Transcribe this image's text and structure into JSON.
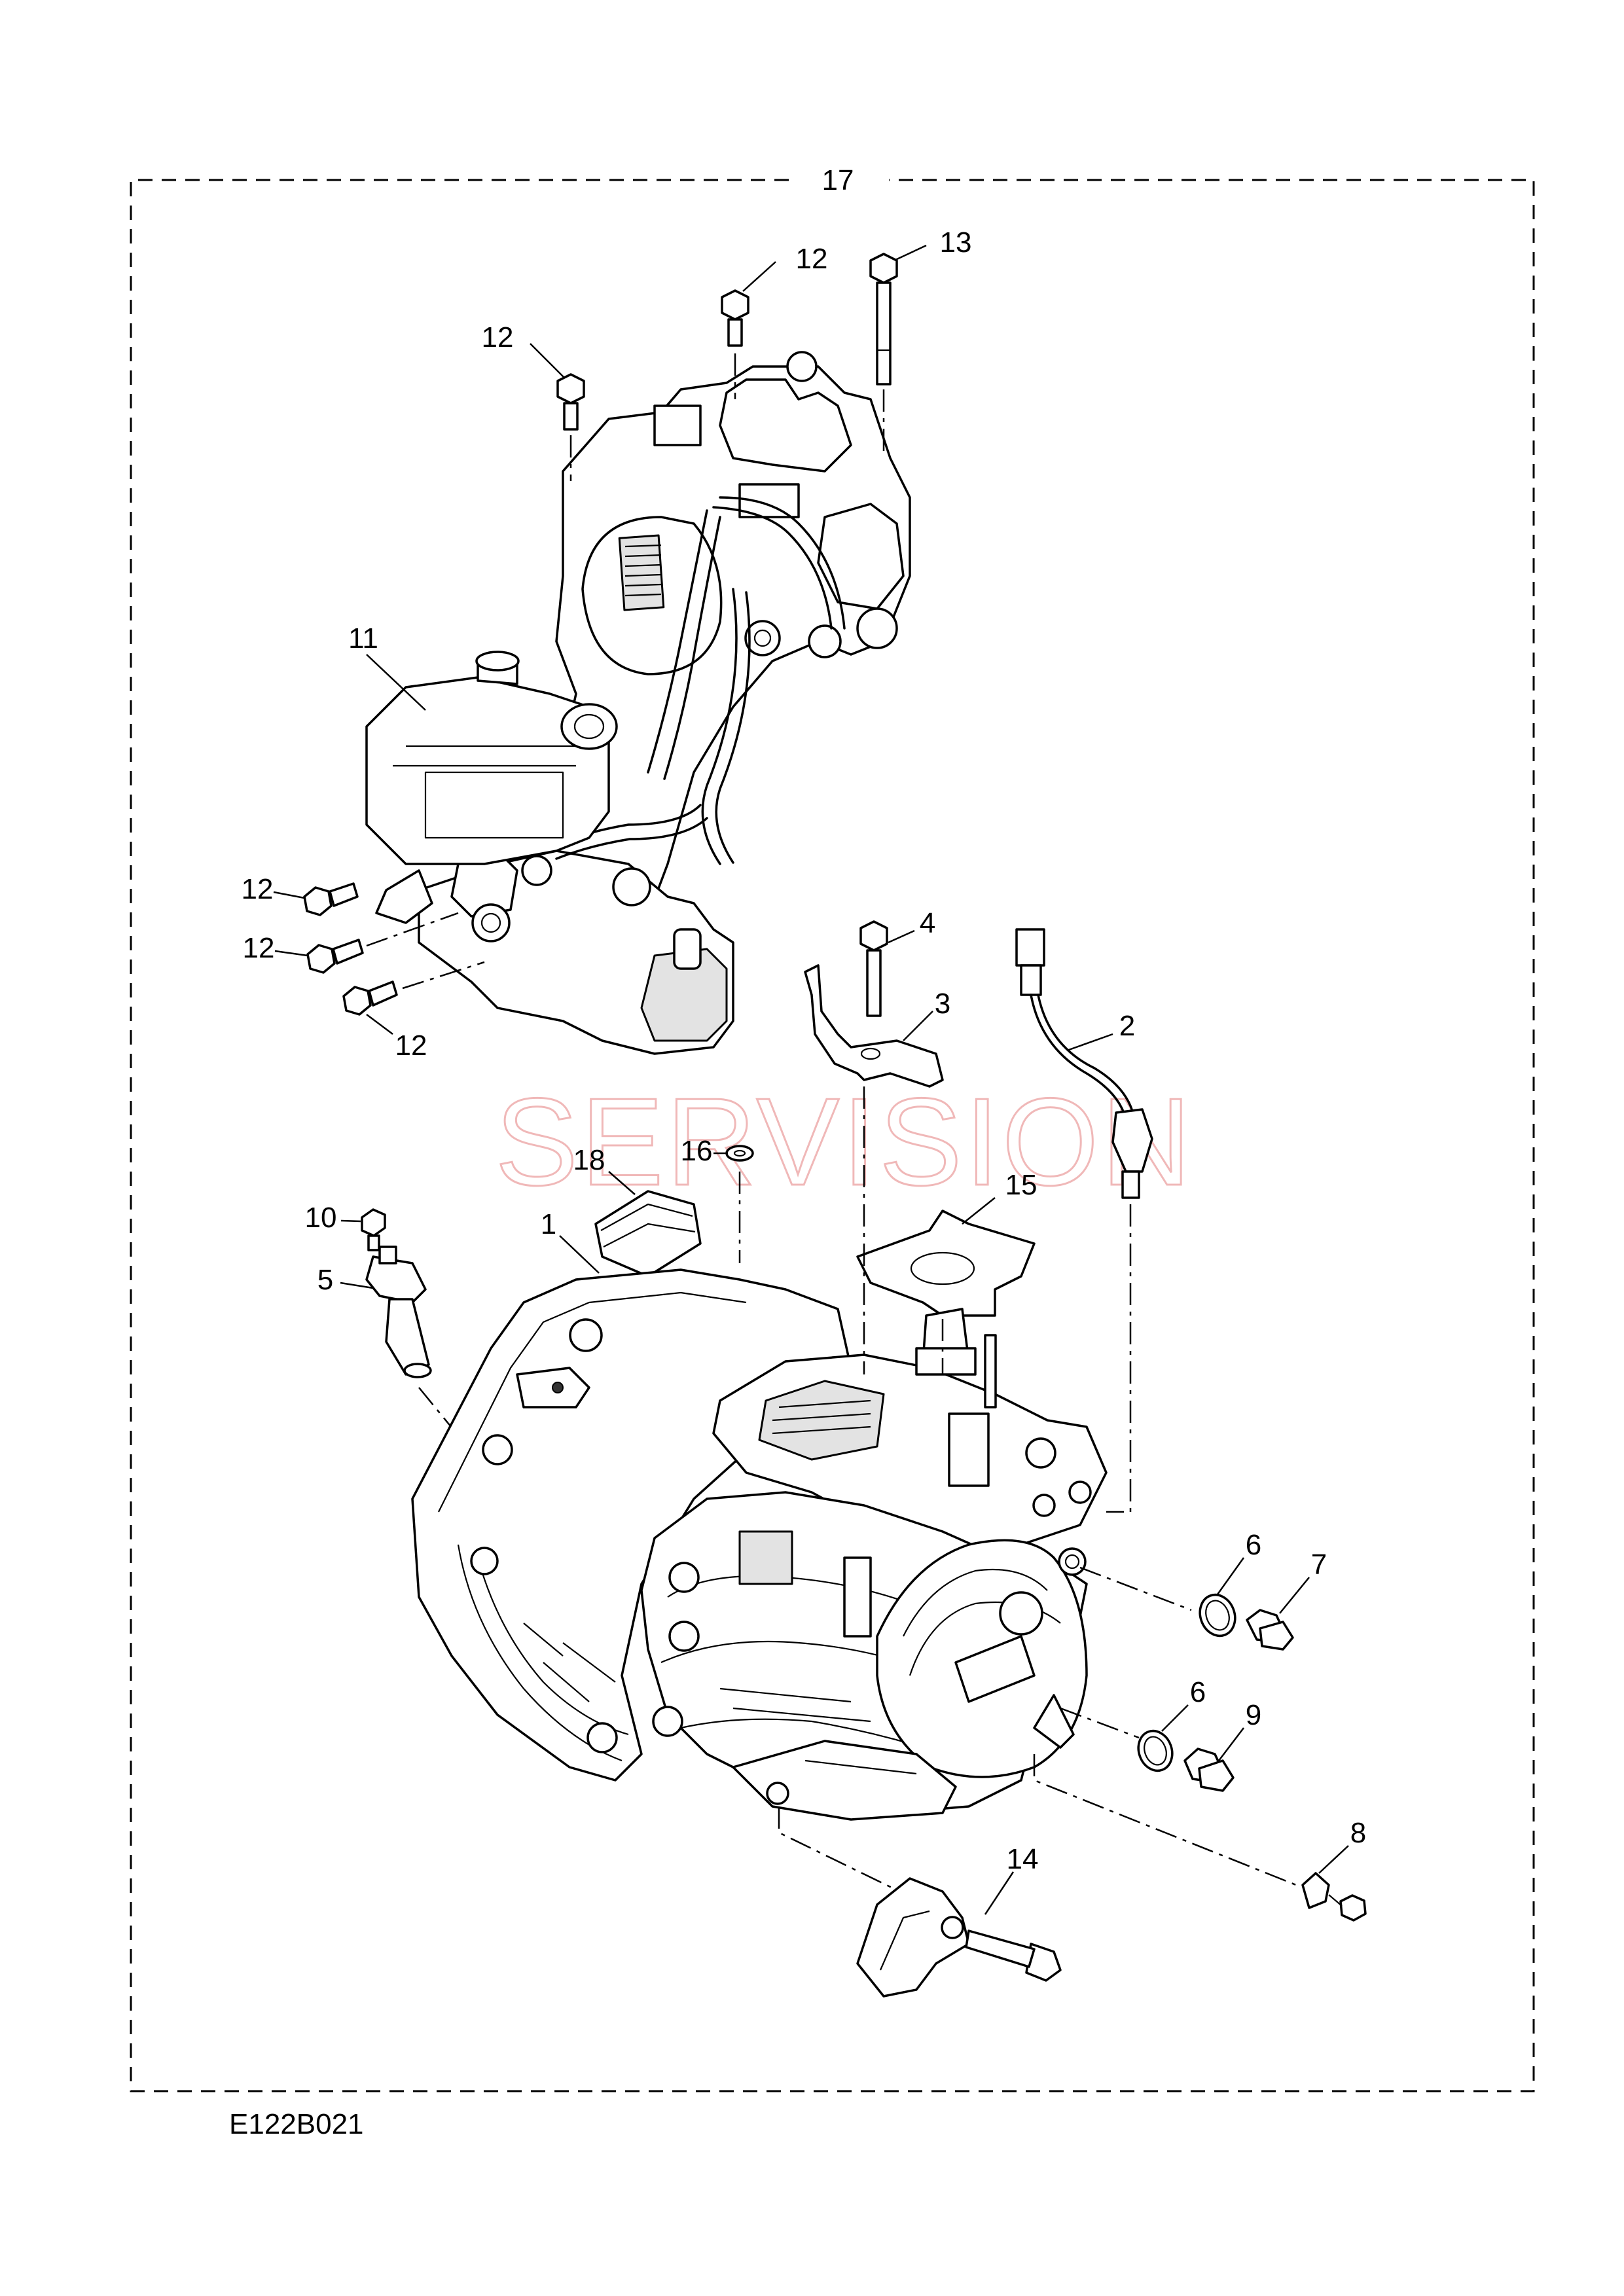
{
  "watermark": "SERVISION",
  "figure_ref": "E122B021",
  "assembly_callout": "17",
  "callouts": [
    {
      "id": "c1",
      "label": "1"
    },
    {
      "id": "c2",
      "label": "2"
    },
    {
      "id": "c3",
      "label": "3"
    },
    {
      "id": "c4",
      "label": "4"
    },
    {
      "id": "c5",
      "label": "5"
    },
    {
      "id": "c6a",
      "label": "6"
    },
    {
      "id": "c6b",
      "label": "6"
    },
    {
      "id": "c7",
      "label": "7"
    },
    {
      "id": "c8",
      "label": "8"
    },
    {
      "id": "c9",
      "label": "9"
    },
    {
      "id": "c10",
      "label": "10"
    },
    {
      "id": "c11",
      "label": "11"
    },
    {
      "id": "c12a",
      "label": "12"
    },
    {
      "id": "c12b",
      "label": "12"
    },
    {
      "id": "c12c",
      "label": "12"
    },
    {
      "id": "c12d",
      "label": "12"
    },
    {
      "id": "c12e",
      "label": "12"
    },
    {
      "id": "c13",
      "label": "13"
    },
    {
      "id": "c14",
      "label": "14"
    },
    {
      "id": "c15",
      "label": "15"
    },
    {
      "id": "c16",
      "label": "16"
    },
    {
      "id": "c18",
      "label": "18"
    }
  ]
}
